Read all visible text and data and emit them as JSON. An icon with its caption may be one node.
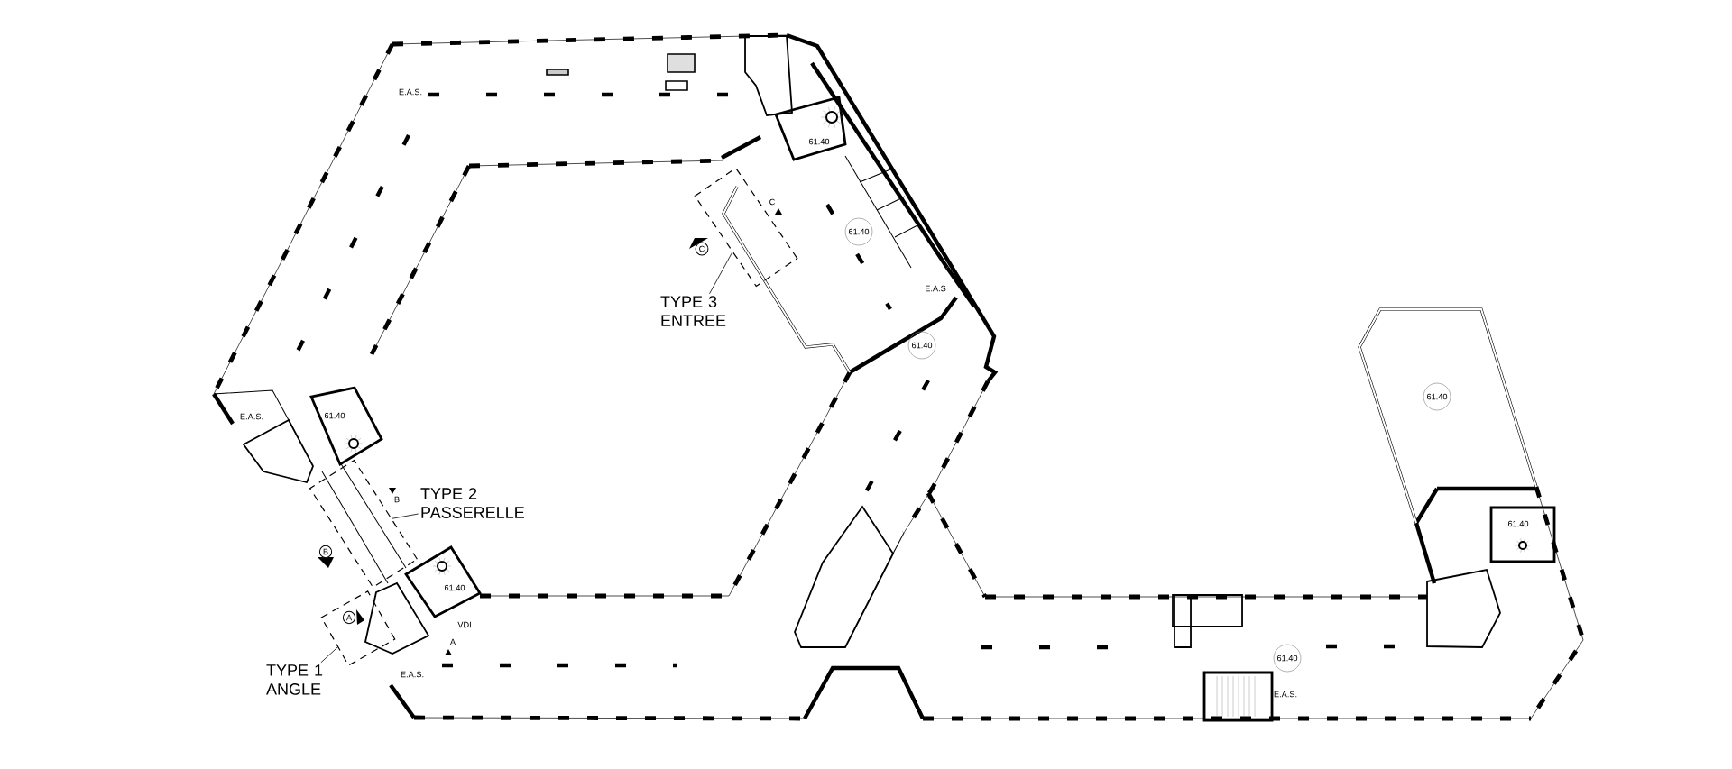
{
  "diagram": {
    "nodes": [
      {
        "text": [
          "TYPE 3 ENTREE"
        ]
      },
      {
        "text": [],
        "shape": "box"
      },
      {
        "text": [
          "TYPE 2 PASSERELLE"
        ]
      },
      {
        "text": [],
        "shape": "box"
      },
      {
        "text": [
          "TYPE 1 ANGLE"
        ]
      },
      {
        "text": [],
        "shape": "box"
      }
    ],
    "edges": [
      {
        "from": 0,
        "to": 1,
        "arrow": "none"
      },
      {
        "from": 2,
        "to": 3,
        "arrow": "none"
      },
      {
        "from": 4,
        "to": 5,
        "arrow": "none"
      }
    ],
    "labels": [
      "E.A.S.",
      "61.40",
      "C",
      "61.40",
      "C",
      "E.A.S",
      "61.40",
      "61.40",
      "E.A.S.",
      "61.40",
      "B",
      "61.40",
      "B",
      "61.40",
      "A",
      "VDI",
      "A",
      "61.40",
      "E.A.S.",
      "E.A.S."
    ]
  }
}
